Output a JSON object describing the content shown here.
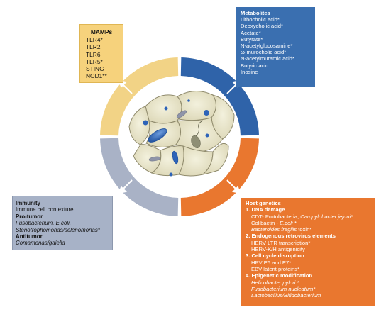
{
  "mamps": {
    "title": "MAMPs",
    "items": [
      "TLR4*",
      "TLR2",
      "TLR6",
      "TLR5*",
      "STING",
      "NOD1**"
    ]
  },
  "metabolites": {
    "title": "Metabolites",
    "items": [
      "Lithocholic acid*",
      "Deoxycholic acid*",
      "Acetate*",
      "Butyrate*",
      "N-acetylglucosamine*",
      "ω-murocholic acid*",
      "N-acetylmuramic acid*",
      "Butyric acid",
      "Inosine"
    ]
  },
  "immunity": {
    "title": "Immunity",
    "contexture": "Immune cell contexture",
    "pro_title": "Pro-tumor",
    "pro_line1": "Fusobacterium, E.coli,",
    "pro_line2": "Stenotrophomonas/selenomonas*",
    "anti_title": "Antitumor",
    "anti_line1": "Comamonas/gaiella"
  },
  "genetics": {
    "title": "Host genetics",
    "s1_title": "1. DNA damage",
    "s1_l1a": "CDT- Protobacteria, ",
    "s1_l1b": "Campylobacter jejuni*",
    "s1_l2a": "Colibactin - ",
    "s1_l2b": "E.coli *",
    "s1_l3a": "Bacteroides fragilis",
    "s1_l3b": " toxin*",
    "s2_title": "2. Endogenous retrovirus elements",
    "s2_l1": "HERV LTR transcription*",
    "s2_l2": "HERV-K/H antigenicity",
    "s3_title": "3. Cell cycle disruption",
    "s3_l1": "HPV E6 and E7*",
    "s3_l2": "EBV latent proteins*",
    "s4_title": "4. Epigenetic modification",
    "s4_l1": "Helicobacter pylori *",
    "s4_l2": "Fusobacterium nucleatum*",
    "s4_l3": "Lactobacillus/Bifidobacterium"
  },
  "colors": {
    "mamps_segment": "#f2d386",
    "metabolites_segment": "#2f63a9",
    "genetics_segment": "#e9772f",
    "immunity_segment": "#a9b2c6",
    "cell_fill": "#e9e6cf",
    "cell_outline": "#8f8a6c",
    "bacteria_blue": "#2d63b8",
    "bacteria_grey": "#8f94a8"
  }
}
